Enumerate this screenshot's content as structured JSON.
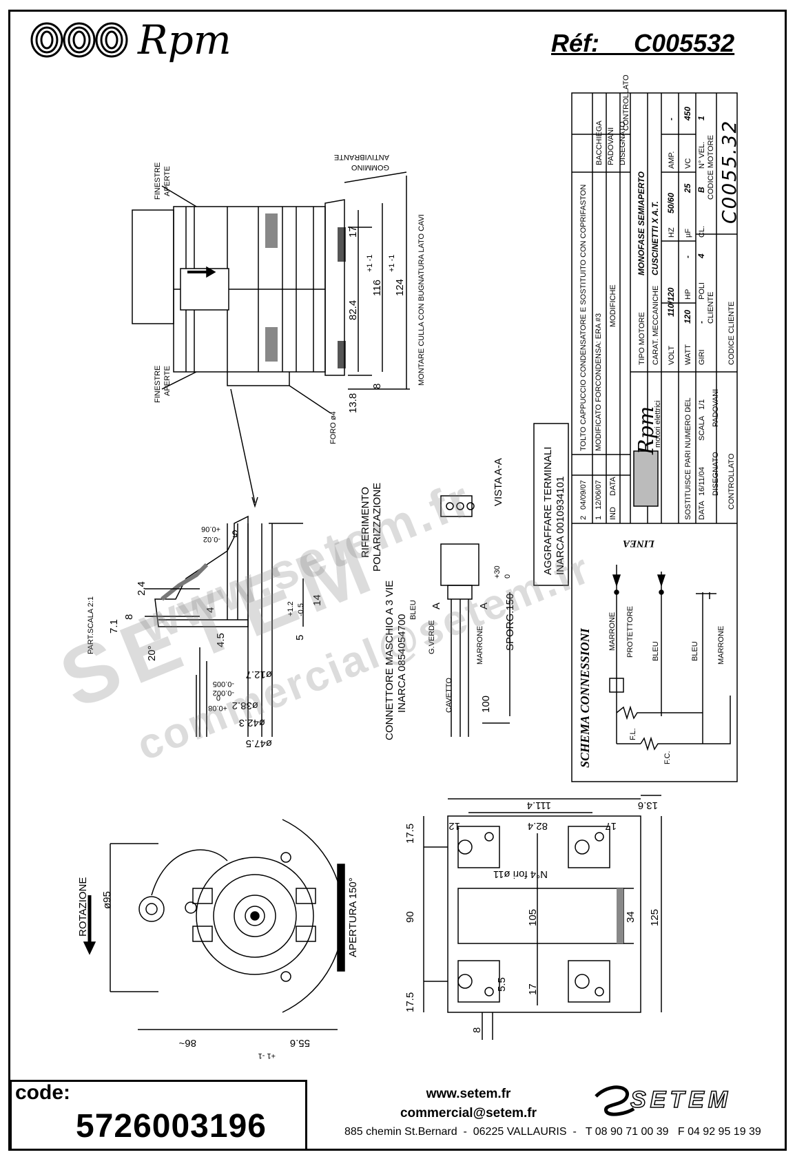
{
  "header": {
    "logo_text": "Rpm",
    "ref_label": "Réf:",
    "ref_value": "C005532"
  },
  "drawing_top": {
    "finestre_1": "FINESTRE",
    "aperte_1": "APERTE",
    "finestre_2": "FINESTRE",
    "aperte_2": "APERTE",
    "gommino": "GOMMINO",
    "antivibrante": "ANTIVIBRANTE",
    "montare_note": "MONTARE CULLA CON BUGNATURA LATO CAVI",
    "dim_17": "17",
    "dim_82_4": "82.4",
    "dim_116": "116",
    "dim_124": "124",
    "tol_116": "+1 -1",
    "tol_124": "+1 -1",
    "dim_13_8": "13.8",
    "dim_8": "8",
    "foro": "FORO ø4"
  },
  "detail": {
    "part_scala": "PART.SCALA 2:1",
    "dim_7_1": "7.1",
    "dim_8": "8",
    "dim_2_4": "2.4",
    "dim_4": "4",
    "dim_4_5": "4.5",
    "dim_5": "5",
    "dim_14": "14",
    "dim_5_top": "5",
    "tol_top_a": "+0.06",
    "tol_top_b": "-0.02",
    "tol_12": "+1.2",
    "tol_05": "-0.5",
    "angle": "20°",
    "d_12_7": "ø12.7",
    "tol_12_7_a": "-0.005",
    "tol_12_7_b": "-0.002",
    "d_38_2": "ø38.2",
    "tol_38_2_a": "0",
    "tol_38_2_b": "+0.08",
    "d_42_3": "ø42.3",
    "d_47_5": "ø47.5"
  },
  "connector": {
    "riferimento": "RIFERIMENTO",
    "polarizzazione": "POLARIZZAZIONE",
    "vista": "VISTA A-A",
    "aggraffare": "AGGRAFFARE TERMINALI",
    "aggraffare_code": "INARCA 0010934101",
    "connettore": "CONNETTORE MASCHIO A 3 VIE",
    "connettore_code": "INARCA 0854054700",
    "bleu": "BLEU",
    "gvb": "G.VERDE",
    "marrone": "MARRONE",
    "cavetto": "CAVETTO",
    "a1": "A",
    "a2": "A",
    "sporg": "SPORG.150",
    "sporg_tol_a": "+30",
    "sporg_tol_b": "0",
    "dim_100": "100"
  },
  "title_block": {
    "rev_rows": [
      {
        "ind": "2",
        "data": "04/09/07",
        "modifiche": "TOLTO CAPPUCCIO CONDENSATORE E SOSTITUITO CON COPRIFASTON",
        "sig": "BACCHIEGA"
      },
      {
        "ind": "1",
        "data": "12/06/07",
        "modifiche": "MODIFICATO FORCONDENSA: ERA #3",
        "sig": "PADOVANI"
      },
      {
        "ind": "IND",
        "data": "DATA",
        "modifiche": "MODIFICHE",
        "sig": "DISEGNATO"
      }
    ],
    "controllato": "CONTROLLATO",
    "rpm_text": "Rpm",
    "rpm_sub": "motori elettrici",
    "tipo_motore_label": "TIPO MOTORE",
    "tipo_motore_value": "MONOFASE SEMIAPERTO",
    "carat_label": "CARAT. MECCANICHE",
    "carat_value": "CUSCINETTI X A.T.",
    "volt_label": "VOLT",
    "volt_value": "110/120",
    "hz_label": "HZ",
    "hz_value": "50/60",
    "amp_label": "AMP.",
    "amp_value": "-",
    "watt_label": "WATT",
    "watt_value": "120",
    "hp_label": "HP",
    "hp_value": "-",
    "uf_label": "µF",
    "uf_value": "25",
    "vc_label": "VC",
    "vc_value": "450",
    "giri_label": "GIRI",
    "giri_value": "-",
    "poli_label": "POLI",
    "poli_value": "4",
    "cl_label": "CL.",
    "cl_value": "B",
    "nvel_label": "N° VEL.",
    "nvel_value": "1",
    "cliente_label": "CLIENTE",
    "codice_motore_label": "CODICE MOTORE",
    "codice_motore_value": "C0055.32",
    "codice_cliente_label": "CODICE CLIENTE",
    "sostituisce_label": "SOSTITUISCE PARI NUMERO DEL",
    "sostituisce_value": "-",
    "data_label": "DATA",
    "data_value": "16/11/04",
    "scala_label": "SCALA",
    "scala_value": "1/1",
    "disegnato_label": "DISEGNATO",
    "disegnato_value": "PADOVANI",
    "controllato_label": "CONTROLLATO"
  },
  "schema": {
    "title": "SCHEMA CONNESSIONI",
    "linea": "LINEA",
    "marrone_1": "MARRONE",
    "protettore": "PROTETTORE",
    "bleu_1": "BLEU",
    "bleu_2": "BLEU",
    "marrone_2": "MARRONE",
    "fl": "F.L.",
    "fc": "F.C."
  },
  "front_view": {
    "rotazione": "ROTAZIONE",
    "d_95": "ø95",
    "apertura": "APERTURA 150°",
    "dim_86": "86~",
    "dim_55_6": "55.6",
    "tol_55_6": "+1 -1"
  },
  "base_view": {
    "dim_111_4": "111.4",
    "dim_82_4": "82.4",
    "dim_13_6": "13.6",
    "dim_12": "12",
    "dim_17_top": "17",
    "dim_17_5_top": "17.5",
    "dim_17_5_bot": "17.5",
    "dim_90": "90",
    "dim_105": "105",
    "dim_34": "34",
    "dim_125": "125",
    "dim_17_left": "17",
    "dim_5_5": "5.5",
    "dim_8": "8",
    "fori": "N°4 fori ø11"
  },
  "footer": {
    "code_label": "code:",
    "code_value": "5726003196",
    "website": "www.setem.fr",
    "email": "commercial@setem.fr",
    "address": "885 chemin St.Bernard  -  06225 VALLAURIS  -   T 08 90 71 00 39   F 04 92 95 19 39",
    "setem_logo": "SETEM"
  },
  "watermark": {
    "w1": "www.setem.fr",
    "w2": "SETEM",
    "w3": "commercial@setem.fr"
  }
}
